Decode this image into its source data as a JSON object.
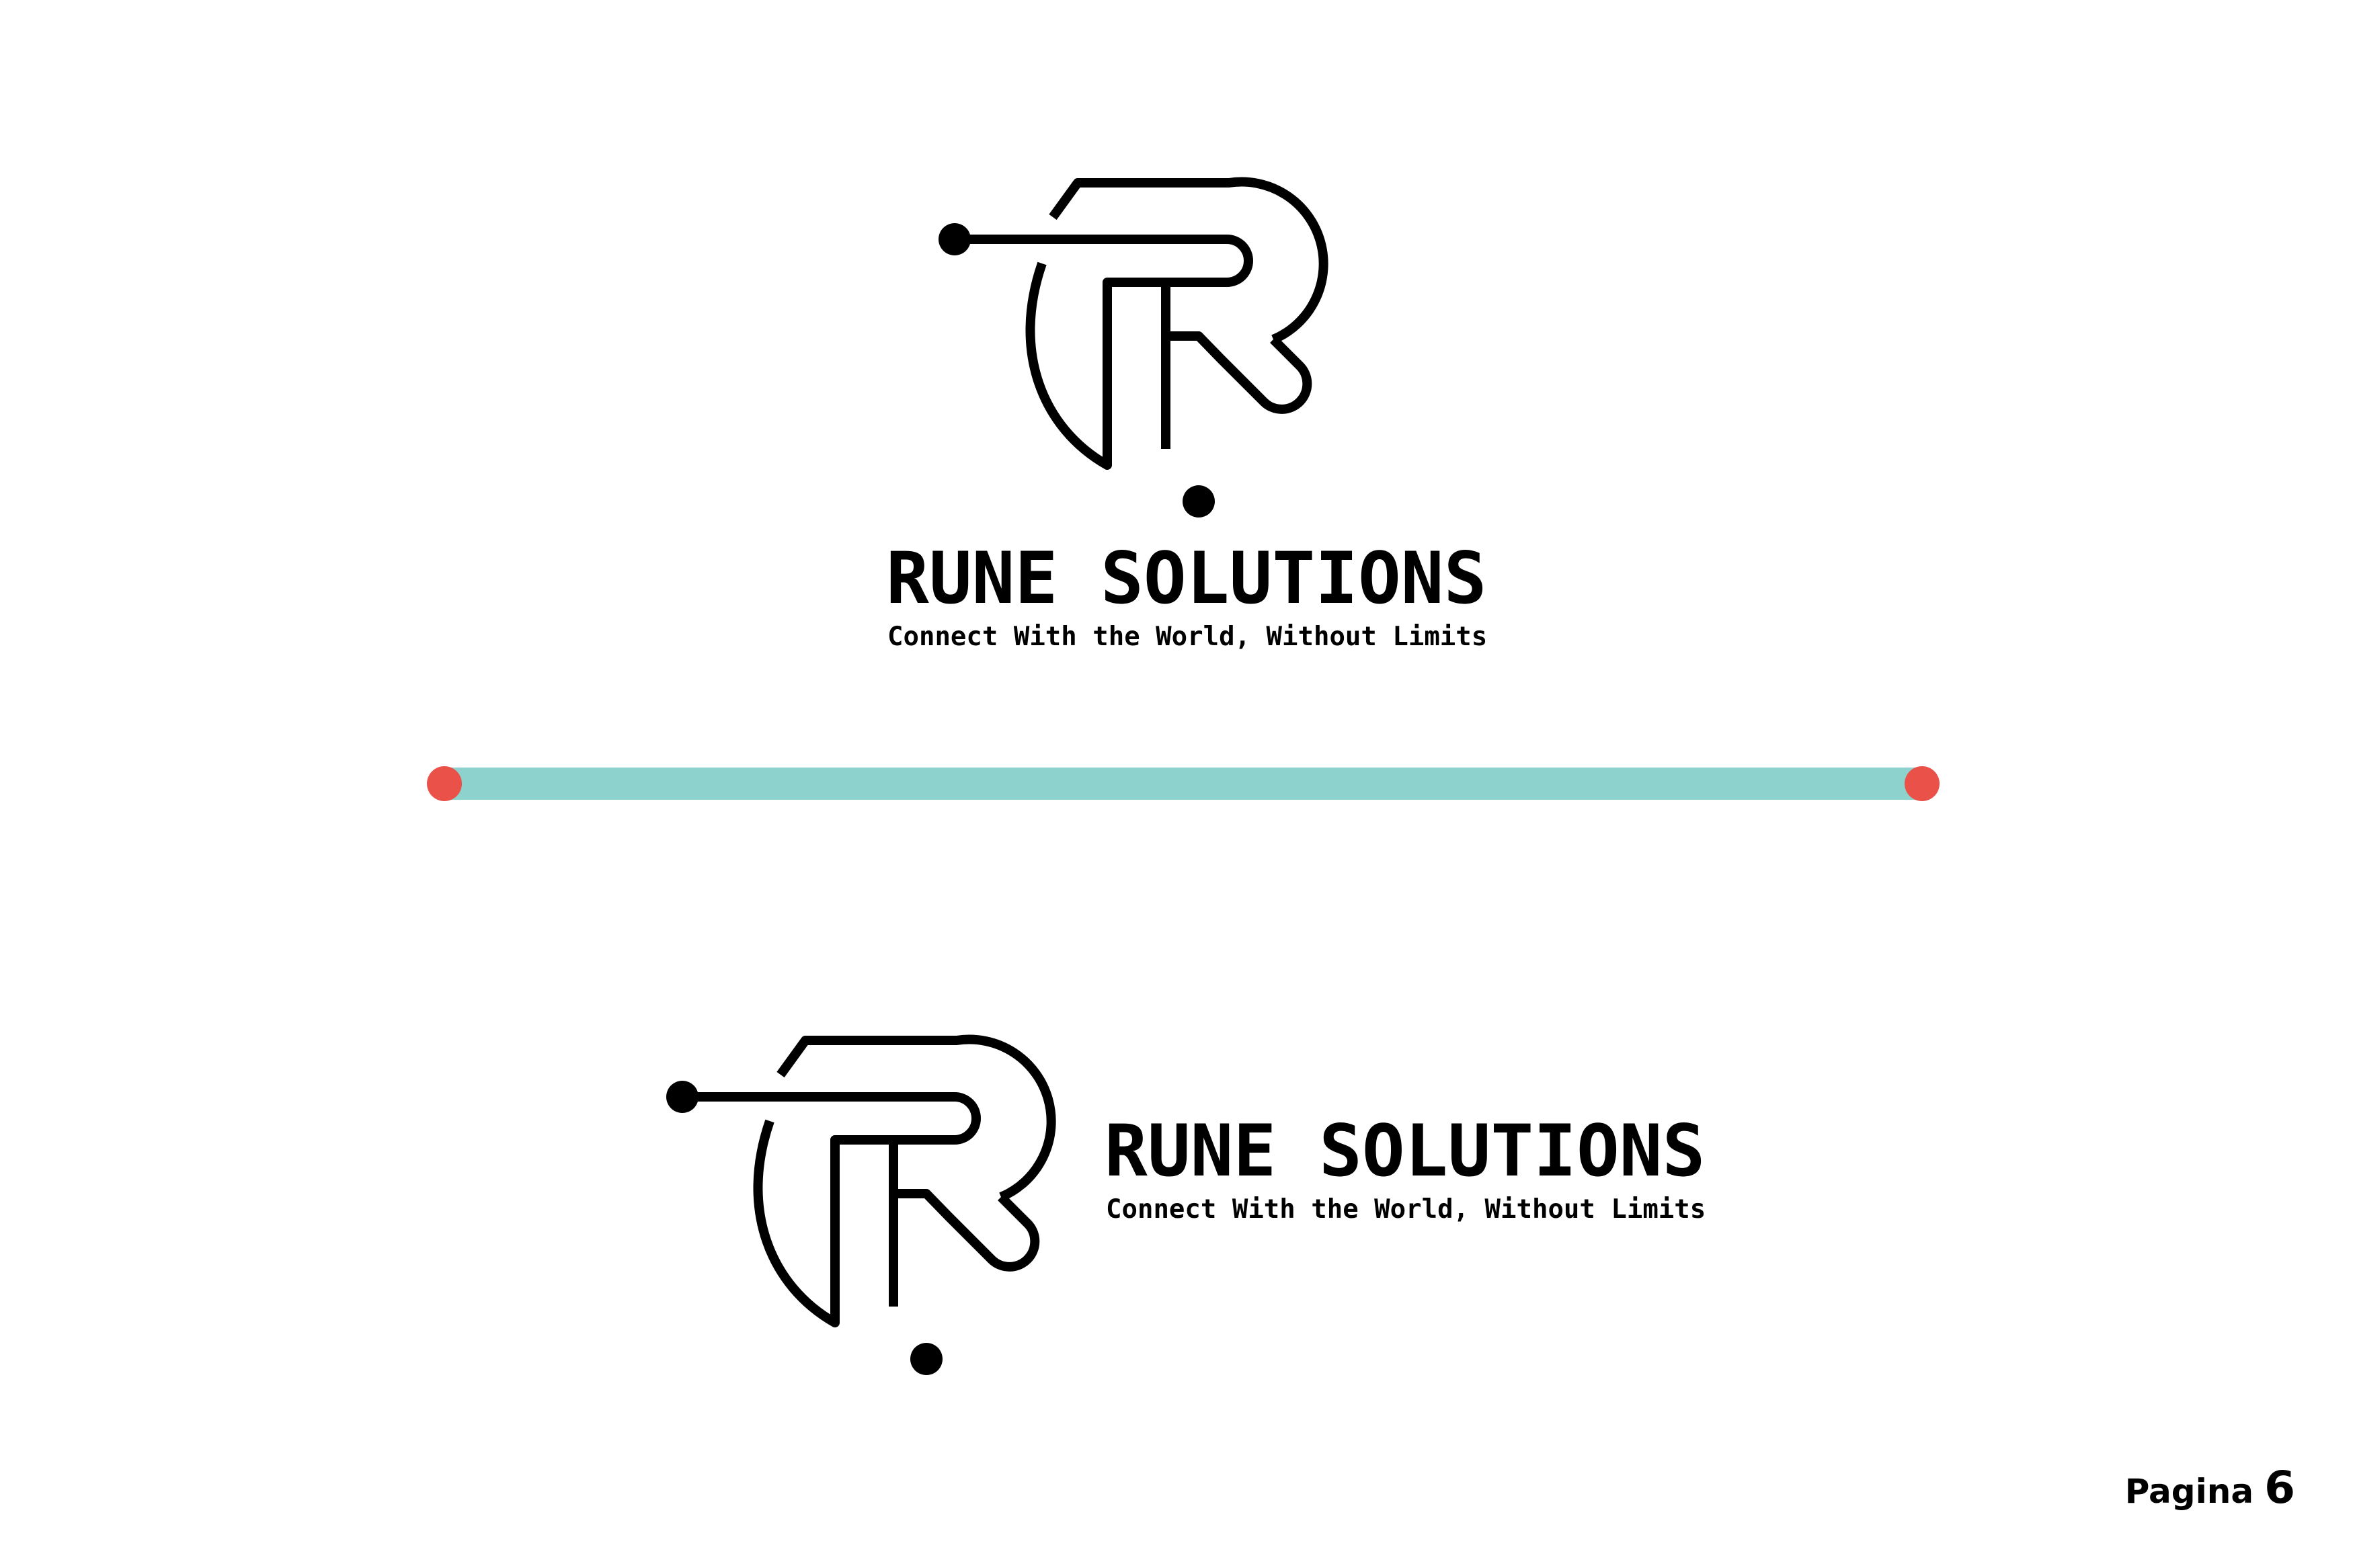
{
  "brand": {
    "name": "RUNE SOLUTIONS",
    "tagline": "Connect With the World, Without Limits"
  },
  "logos": [
    {
      "variant": "stacked",
      "name": "RUNE SOLUTIONS",
      "tagline": "Connect With the World, Without Limits",
      "mark_icon": "circuit-r-monogram-icon"
    },
    {
      "variant": "horizontal",
      "name": "RUNE SOLUTIONS",
      "tagline": "Connect With the World, Without Limits",
      "mark_icon": "circuit-r-monogram-icon"
    }
  ],
  "divider": {
    "line_color": "#8ED2CE",
    "endpoint_color": "#EA5148"
  },
  "colors": {
    "background": "#FFFFFF",
    "ink": "#000000"
  },
  "footer": {
    "page_label": "Pagina",
    "page_number": "6"
  }
}
